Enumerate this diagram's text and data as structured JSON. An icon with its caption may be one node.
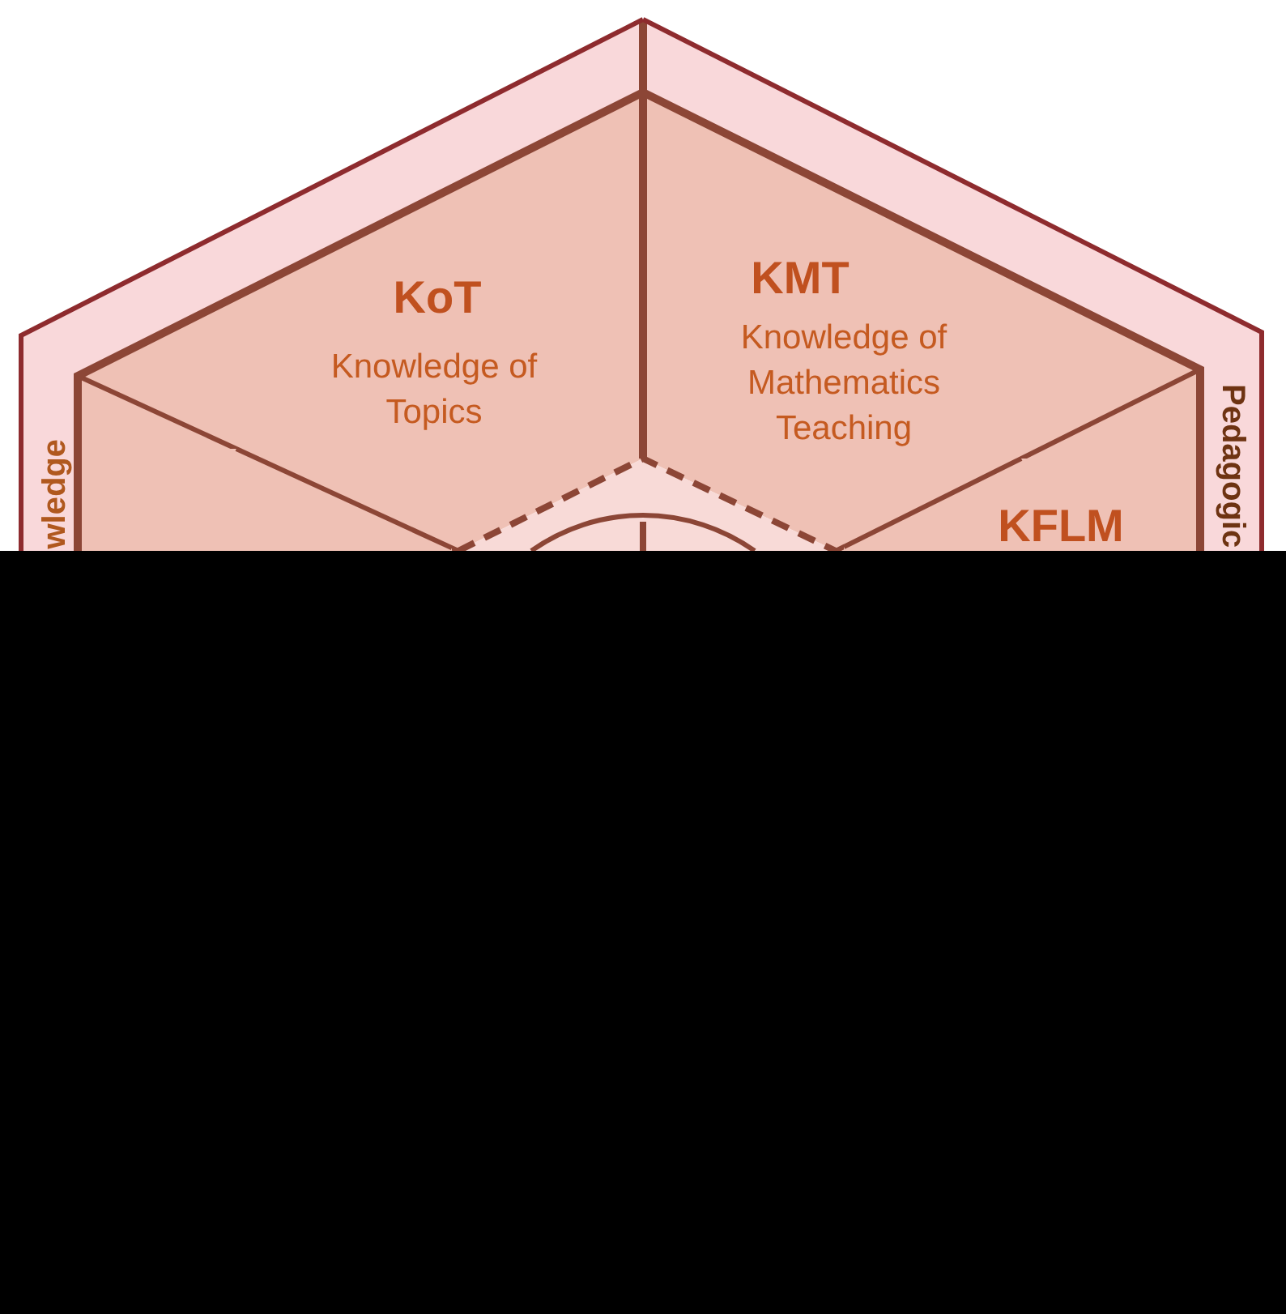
{
  "diagram": {
    "nodes": [
      {
        "text": [
          "wledge"
        ]
      },
      {
        "text": [
          "Pedagogic"
        ]
      },
      {
        "text": [
          "KoT",
          "Knowledge of Topics"
        ],
        "in": 0
      },
      {
        "text": [],
        "shape": "triangle",
        "in": 0
      },
      {
        "text": [
          "KMT",
          "Knowledge of Mathematics Teaching"
        ],
        "in": 1
      },
      {
        "text": [
          "KFLM"
        ],
        "in": 1
      },
      {
        "text": [],
        "shape": "triangle"
      },
      {
        "text": [],
        "shape": "circle",
        "in": 6
      }
    ]
  }
}
